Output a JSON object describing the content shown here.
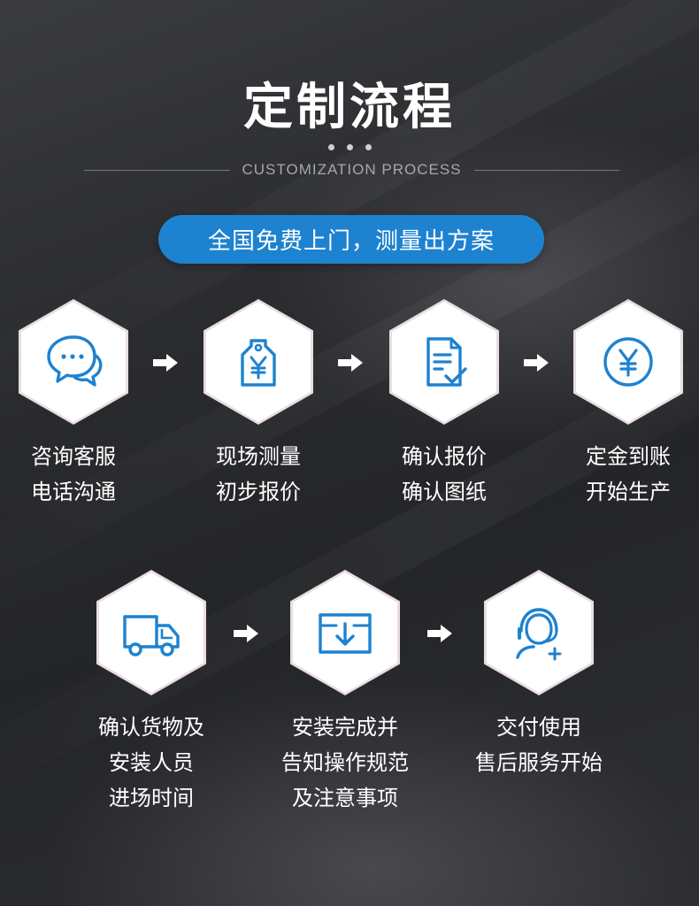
{
  "header": {
    "title": "定制流程",
    "subtitle": "CUSTOMIZATION PROCESS",
    "banner": "全国免费上门，测量出方案"
  },
  "colors": {
    "accent": "#1d82d0",
    "hex_fill": "#ffffff",
    "hex_border": "#e9dde0",
    "icon": "#1d82d0"
  },
  "steps": [
    {
      "icon": "chat-bubbles-icon",
      "lines": [
        "咨询客服",
        "电话沟通"
      ]
    },
    {
      "icon": "price-tag-icon",
      "lines": [
        "现场测量",
        "初步报价"
      ]
    },
    {
      "icon": "document-check-icon",
      "lines": [
        "确认报价",
        "确认图纸"
      ]
    },
    {
      "icon": "yen-coin-icon",
      "lines": [
        "定金到账",
        "开始生产"
      ]
    },
    {
      "icon": "delivery-truck-icon",
      "lines": [
        "确认货物及",
        "安装人员",
        "进场时间"
      ]
    },
    {
      "icon": "package-box-icon",
      "lines": [
        "安装完成并",
        "告知操作规范",
        "及注意事项"
      ]
    },
    {
      "icon": "customer-service-icon",
      "lines": [
        "交付使用",
        "售后服务开始"
      ]
    }
  ]
}
